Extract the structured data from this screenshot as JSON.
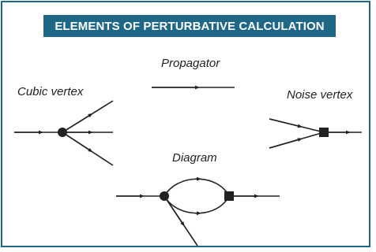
{
  "banner": {
    "title": "ELEMENTS OF PERTURBATIVE CALCULATION"
  },
  "labels": {
    "propagator": "Propagator",
    "cubic_vertex": "Cubic vertex",
    "noise_vertex": "Noise vertex",
    "diagram": "Diagram"
  },
  "colors": {
    "frame": "#1f6787",
    "banner_bg": "#1f6787",
    "banner_text": "#ffffff",
    "line": "#222222"
  }
}
